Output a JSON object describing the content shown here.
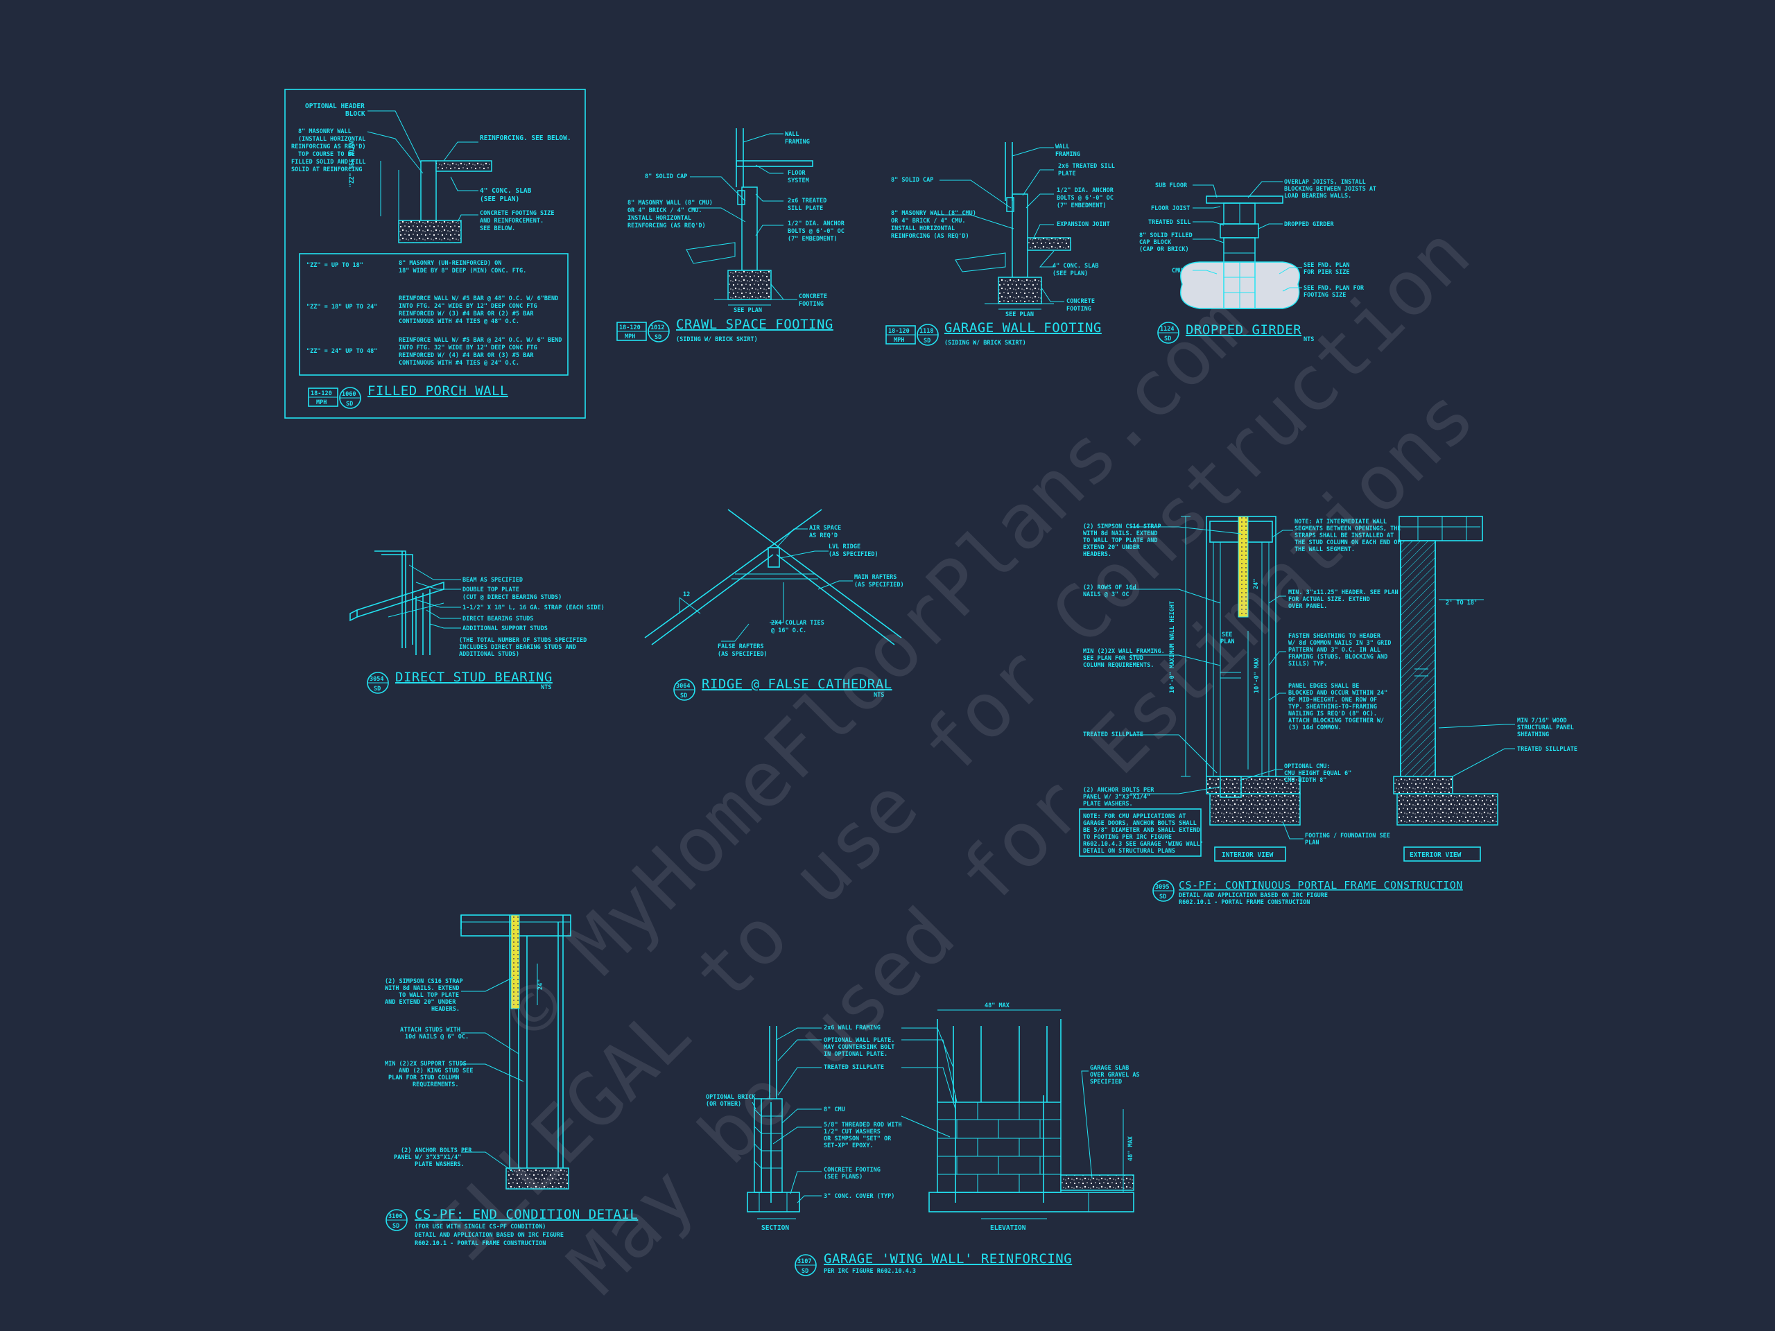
{
  "watermark": {
    "line1": "© MyHomeFloorPlans.com",
    "line2": "ILLEGAL to use for Construction",
    "line3": "May be used for Estimations"
  },
  "details": {
    "filled_porch_wall": {
      "title": "FILLED PORCH WALL",
      "tag_left": "18-120",
      "tag_left2": "MPH",
      "tag_num": "1060",
      "tag_sheet": "SD",
      "labels": [
        "OPTIONAL HEADER BLOCK",
        "8\" MASONRY WALL (INSTALL HORIZONTAL REINFORCING AS REQ'D) TOP COURSE TO BE FILLED SOLID AND FILL SOLID AT REINFORCING",
        "REINFORCING. SEE BELOW.",
        "4\" CONC. SLAB (SEE PLAN)",
        "CONCRETE FOOTING SIZE AND REINFORCEMENT. SEE BELOW."
      ],
      "table_rows": [
        {
          "key": "\"ZZ\" = UP TO 18\"",
          "value": "8\" MASONRY (UN-REINFORCED) ON 18\" WIDE BY 8\" DEEP (MIN) CONC. FTG."
        },
        {
          "key": "\"ZZ\" = 18\" UP TO 24\"",
          "value": "REINFORCE WALL W/ #5 BAR @ 48\" O.C. W/ 6\"BEND INTO FTG. 24\" WIDE BY 12\" DEEP CONC FTG REINFORCED W/ (3) #4 BAR OR (2) #5 BAR CONTINUOUS WITH #4 TIES @ 48\" O.C."
        },
        {
          "key": "\"ZZ\" = 24\" UP TO 48\"",
          "value": "REINFORCE WALL W/ #5 BAR @ 24\" O.C. W/ 6\" BEND INTO FTG. 32\" WIDE BY 12\" DEEP CONC FTG REINFORCED W/ (4) #4 BAR OR (3) #5 BAR CONTINUOUS WITH #4 TIES @ 24\" O.C."
        }
      ]
    },
    "crawl_space_footing": {
      "title": "CRAWL SPACE FOOTING",
      "subtitle": "(SIDING W/ BRICK SKIRT)",
      "tag_left": "18-120",
      "tag_left2": "MPH",
      "tag_num": "1012",
      "tag_sheet": "SD",
      "labels": [
        "WALL FRAMING",
        "8\" SOLID CAP",
        "FLOOR SYSTEM",
        "8\" MASONRY WALL (8\" CMU) OR 4\" BRICK / 4\" CMU. INSTALL HORIZONTAL REINFORCING (AS REQ'D)",
        "2x6 TREATED SILL PLATE",
        "1/2\" DIA. ANCHOR BOLTS @ 6'-0\" OC (7\" EMBEDMENT)",
        "CONCRETE FOOTING",
        "SEE PLAN"
      ]
    },
    "garage_wall_footing": {
      "title": "GARAGE WALL FOOTING",
      "subtitle": "(SIDING W/ BRICK SKIRT)",
      "tag_left": "18-120",
      "tag_left2": "MPH",
      "tag_num": "1118",
      "tag_sheet": "SD",
      "labels": [
        "WALL FRAMING",
        "8\" SOLID CAP",
        "2x6 TREATED SILL PLATE",
        "1/2\" DIA. ANCHOR BOLTS @ 6'-0\" OC (7\" EMBEDMENT)",
        "8\" MASONRY WALL (8\" CMU) OR 4\" BRICK / 4\" CMU. INSTALL HORIZONTAL REINFORCING (AS REQ'D)",
        "EXPANSION JOINT",
        "4\" CONC. SLAB (SEE PLAN)",
        "CONCRETE FOOTING",
        "SEE PLAN"
      ]
    },
    "dropped_girder": {
      "title": "DROPPED GIRDER",
      "nts": "NTS",
      "tag_num": "1124",
      "tag_sheet": "SD",
      "labels": [
        "SUB FLOOR",
        "FLOOR JOIST",
        "TREATED SILL",
        "8\" SOLID FILLED CAP BLOCK (CAP OR BRICK)",
        "CMU",
        "OVERLAP JOISTS, INSTALL BLOCKING BETWEEN JOISTS AT LOAD BEARING WALLS.",
        "DROPPED GIRDER",
        "SEE FND. PLAN FOR PIER SIZE",
        "SEE FND. PLAN FOR FOOTING SIZE"
      ]
    },
    "direct_stud_bearing": {
      "title": "DIRECT STUD BEARING",
      "nts": "NTS",
      "tag_num": "3054",
      "tag_sheet": "SD",
      "labels": [
        "BEAM AS SPECIFIED",
        "DOUBLE TOP PLATE (CUT @ DIRECT BEARING STUDS)",
        "1-1/2\" X 18\" L, 16 GA. STRAP (EACH SIDE)",
        "DIRECT BEARING STUDS",
        "ADDITIONAL SUPPORT STUDS",
        "(THE TOTAL NUMBER OF STUDS SPECIFIED INCLUDES DIRECT BEARING STUDS AND ADDITIONAL STUDS)"
      ]
    },
    "ridge_false_cathedral": {
      "title": "RIDGE @ FALSE CATHEDRAL",
      "nts": "NTS",
      "tag_num": "3064",
      "tag_sheet": "SD",
      "pitch": "12",
      "labels": [
        "AIR SPACE AS REQ'D",
        "LVL RIDGE (AS SPECIFIED)",
        "MAIN RAFTERS (AS SPECIFIED)",
        "2X4 COLLAR TIES @ 16\" O.C.",
        "FALSE RAFTERS (AS SPECIFIED)"
      ]
    },
    "portal_frame": {
      "title": "CS-PF: CONTINUOUS PORTAL FRAME CONSTRUCTION",
      "subtitle": "DETAIL AND APPLICATION BASED ON IRC FIGURE",
      "subtitle2": "R602.10.1 - PORTAL FRAME CONSTRUCTION",
      "tag_num": "3095",
      "tag_sheet": "SD",
      "interior_view": "INTERIOR VIEW",
      "exterior_view": "EXTERIOR VIEW",
      "dim_min": "2' TO 18'",
      "dim_height": "10'-0\" MAX",
      "dim_wall": "10'-0\" MAXIMUM WALL HEIGHT",
      "dim_24": "24\"",
      "see_plan": "SEE PLAN",
      "labels_left": [
        "(2) SIMPSON CS16 STRAP WITH 8d NAILS. EXTEND TO WALL TOP PLATE AND EXTEND 20\" UNDER HEADERS.",
        "(2) ROWS OF 16d NAILS @ 3\" OC",
        "MIN (2)2X WALL FRAMING. SEE PLAN FOR STUD COLUMN REQUIREMENTS.",
        "TREATED SILLPLATE",
        "(2) ANCHOR BOLTS PER PANEL W/ 3\"X3\"X1/4\" PLATE WASHERS.",
        "NOTE: FOR CMU APPLICATIONS AT GARAGE DOORS, ANCHOR BOLTS SHALL BE 5/8\" DIAMETER AND SHALL EXTEND TO FOOTING PER IRC FIGURE R602.10.4.3 SEE GARAGE 'WING WALL' DETAIL ON STRUCTURAL PLANS"
      ],
      "labels_mid": [
        "NOTE: AT INTERMEDIATE WALL SEGMENTS BETWEEN OPENINGS, THE STRAPS SHALL BE INSTALLED AT THE STUD COLUMN ON EACH END OF THE WALL SEGMENT.",
        "MIN. 3\"x11.25\" HEADER. SEE PLAN FOR ACTUAL SIZE. EXTEND OVER PANEL.",
        "FASTEN SHEATHING TO HEADER W/ 8d COMMON NAILS IN 3\" GRID PATTERN AND 3\" O.C. IN ALL FRAMING (STUDS, BLOCKING AND SILLS) TYP.",
        "PANEL EDGES SHALL BE BLOCKED AND OCCUR WITHIN 24\" OF MID-HEIGHT. ONE ROW OF TYP. SHEATHING-TO-FRAMING NAILING IS REQ'D (8\" OC). ATTACH BLOCKING TOGETHER W/ (3) 16d COMMON.",
        "OPTIONAL CMU: CMU HEIGHT EQUAL 6\" CMU WIDTH 8\"",
        "FOOTING / FOUNDATION SEE PLAN"
      ],
      "labels_right": [
        "MIN 7/16\" WOOD STRUCTURAL PANEL SHEATHING",
        "TREATED SILLPLATE"
      ]
    },
    "end_condition": {
      "title": "CS-PF: END CONDITION DETAIL",
      "subtitle": "(FOR USE WITH SINGLE CS-PF CONDITION)",
      "subtitle2": "DETAIL AND APPLICATION BASED ON IRC FIGURE",
      "subtitle3": "R602.10.1 - PORTAL FRAME CONSTRUCTION",
      "tag_num": "3106",
      "tag_sheet": "SD",
      "dim_24": "24\"",
      "labels": [
        "(2) SIMPSON CS16 STRAP WITH 8d NAILS. EXTEND TO WALL TOP PLATE AND EXTEND 20\" UNDER HEADERS.",
        "ATTACH STUDS WITH 10d NAILS @ 6\" OC.",
        "MIN (2)2X SUPPORT STUDS AND (2) KING STUD SEE PLAN FOR STUD COLUMN REQUIREMENTS.",
        "(2) ANCHOR BOLTS PER PANEL W/ 3\"X3\"X1/4\" PLATE WASHERS."
      ]
    },
    "wing_wall": {
      "title": "GARAGE 'WING WALL' REINFORCING",
      "subtitle": "PER IRC FIGURE R602.10.4.3",
      "tag_num": "3107",
      "tag_sheet": "SD",
      "section_label": "SECTION",
      "elevation_label": "ELEVATION",
      "dim_max_w": "48\" MAX",
      "dim_max_h": "48\" MAX",
      "labels": [
        "2x6 WALL FRAMING",
        "OPTIONAL WALL PLATE MAY COUNTERSINK BOLT IN OPTIONAL PLATE.",
        "TREATED SILLPLATE",
        "OPTIONAL BRICK (OR OTHER)",
        "8\" CMU",
        "5/8\" THREADED ROD WITH 1/2\" CUT WASHERS OR SIMPSON \"SET\" OR SET-XP\" EPOXY.",
        "CONCRETE FOOTING (SEE PLANS)",
        "3\" CONC. COVER (TYP)",
        "GARAGE SLAB OVER GRAVEL AS SPECIFIED"
      ]
    }
  }
}
